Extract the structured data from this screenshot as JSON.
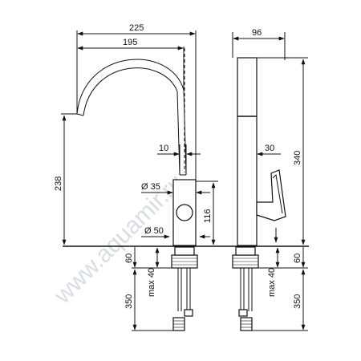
{
  "watermark": "www.aquamir.ru",
  "dimensions": {
    "spout_reach_total": "225",
    "spout_reach_inner": "195",
    "side_depth": "96",
    "spout_height": "238",
    "total_height": "340",
    "spout_tip_width": "10",
    "handle_offset": "30",
    "body_diameter": "Ø 35",
    "base_diameter": "Ø 50",
    "body_height": "116",
    "mount_height_front": "60",
    "mount_height_side": "60",
    "counter_thickness_front": "max 40",
    "counter_thickness_side": "max 40",
    "hose_length_front": "350",
    "hose_length_side": "350"
  }
}
